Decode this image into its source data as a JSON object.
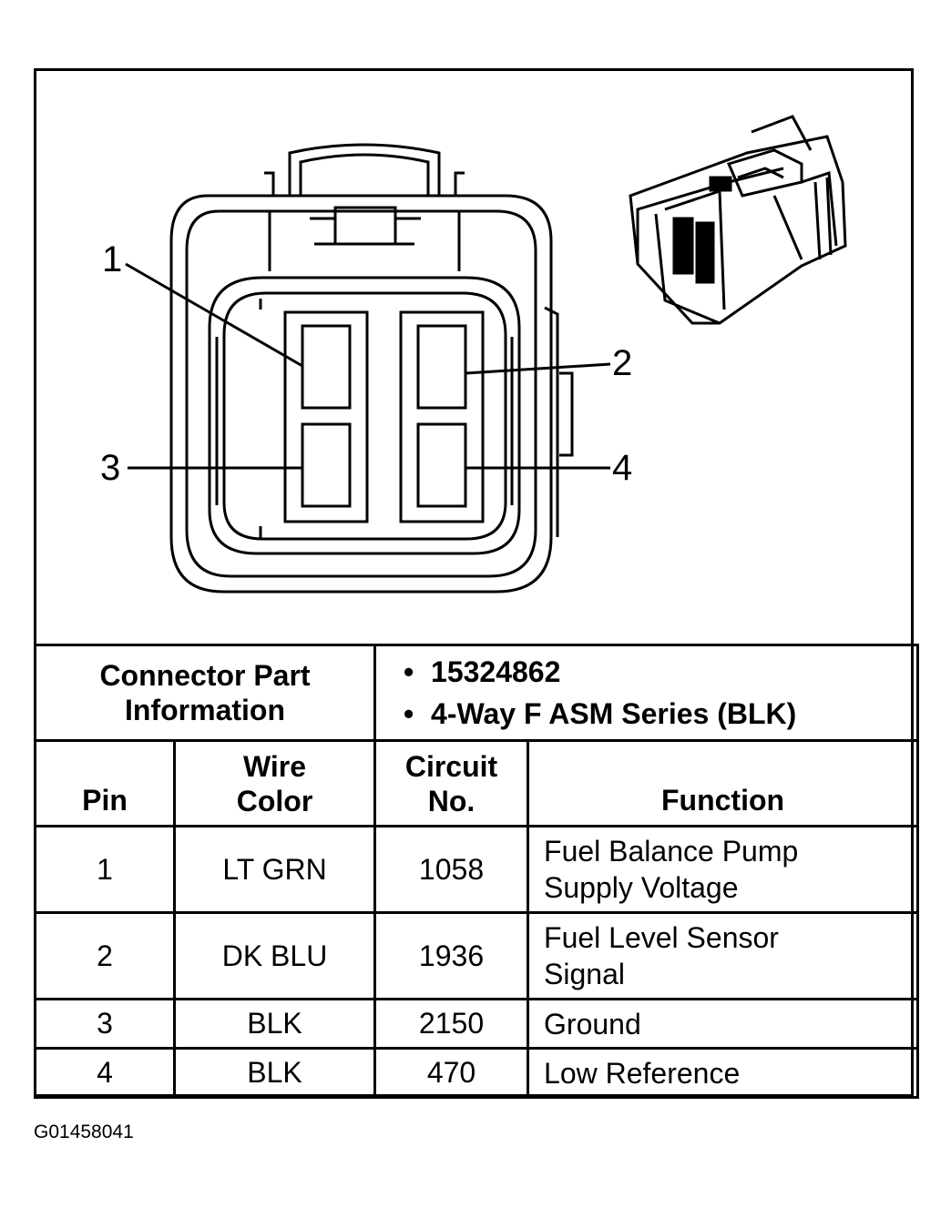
{
  "callouts": {
    "pin1": "1",
    "pin2": "2",
    "pin3": "3",
    "pin4": "4"
  },
  "connector_info": {
    "label_line1": "Connector Part",
    "label_line2": "Information",
    "part_number": "15324862",
    "description": "4-Way F ASM Series (BLK)",
    "bullet": "•"
  },
  "table": {
    "headers": {
      "pin": "Pin",
      "wire_color_line1": "Wire",
      "wire_color_line2": "Color",
      "circuit_line1": "Circuit",
      "circuit_line2": "No.",
      "function": "Function"
    },
    "rows": [
      {
        "pin": "1",
        "wire_color": "LT GRN",
        "circuit": "1058",
        "function_line1": "Fuel Balance Pump",
        "function_line2": "Supply Voltage"
      },
      {
        "pin": "2",
        "wire_color": "DK BLU",
        "circuit": "1936",
        "function_line1": "Fuel Level Sensor",
        "function_line2": "Signal"
      },
      {
        "pin": "3",
        "wire_color": "BLK",
        "circuit": "2150",
        "function_line1": "Ground",
        "function_line2": ""
      },
      {
        "pin": "4",
        "wire_color": "BLK",
        "circuit": "470",
        "function_line1": "Low Reference",
        "function_line2": ""
      }
    ]
  },
  "figure_id": "G01458041"
}
